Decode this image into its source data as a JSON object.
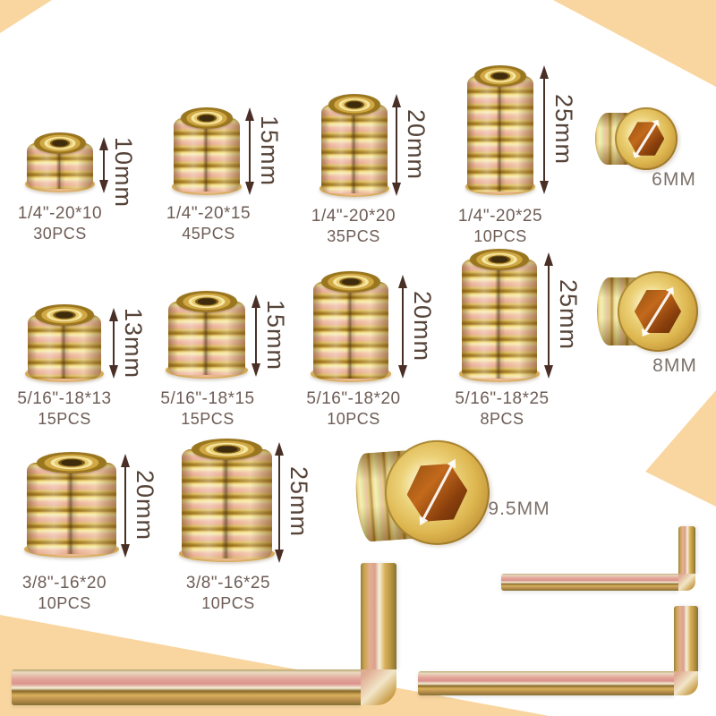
{
  "rows": [
    {
      "items": [
        {
          "spec": "1/4\"-20*10",
          "qty": "30PCS",
          "dim": "10mm"
        },
        {
          "spec": "1/4\"-20*15",
          "qty": "45PCS",
          "dim": "15mm"
        },
        {
          "spec": "1/4\"-20*20",
          "qty": "35PCS",
          "dim": "20mm"
        },
        {
          "spec": "1/4\"-20*25",
          "qty": "10PCS",
          "dim": "25mm"
        }
      ],
      "drive": "6MM"
    },
    {
      "items": [
        {
          "spec": "5/16\"-18*13",
          "qty": "15PCS",
          "dim": "13mm"
        },
        {
          "spec": "5/16\"-18*15",
          "qty": "15PCS",
          "dim": "15mm"
        },
        {
          "spec": "5/16\"-18*20",
          "qty": "10PCS",
          "dim": "20mm"
        },
        {
          "spec": "5/16\"-18*25",
          "qty": "8PCS",
          "dim": "25mm"
        }
      ],
      "drive": "8MM"
    },
    {
      "items": [
        {
          "spec": "3/8\"-16*20",
          "qty": "10PCS",
          "dim": "20mm"
        },
        {
          "spec": "3/8\"-16*25",
          "qty": "10PCS",
          "dim": "25mm"
        }
      ],
      "drive": "9.5MM"
    }
  ],
  "colors": {
    "peach": "#f9d6a0",
    "label_text": "#6d5c55",
    "dim_text": "#564439",
    "arrow": "#4a2f26"
  }
}
